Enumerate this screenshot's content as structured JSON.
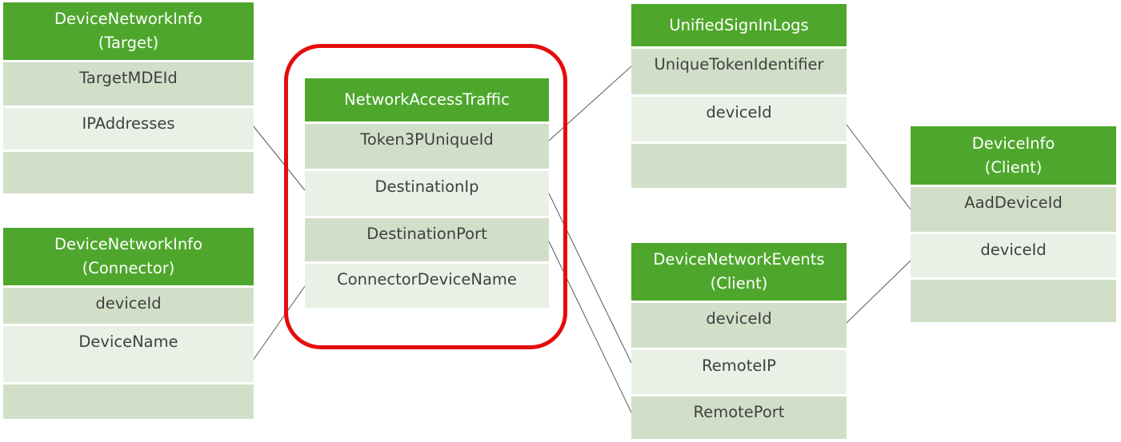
{
  "tables": {
    "dni_target": {
      "title": "DeviceNetworkInfo",
      "subtitle": "(Target)",
      "fields": [
        "TargetMDEId",
        "IPAddresses",
        ""
      ]
    },
    "dni_connector": {
      "title": "DeviceNetworkInfo",
      "subtitle": "(Connector)",
      "fields": [
        "deviceId",
        "DeviceName",
        ""
      ]
    },
    "nat": {
      "title": "NetworkAccessTraffic",
      "fields": [
        "Token3PUniqueId",
        "DestinationIp",
        "DestinationPort",
        "ConnectorDeviceName"
      ]
    },
    "usil": {
      "title": "UnifiedSignInLogs",
      "fields": [
        "UniqueTokenIdentifier",
        "deviceId",
        ""
      ]
    },
    "dne_client": {
      "title": "DeviceNetworkEvents",
      "subtitle": "(Client)",
      "fields": [
        "deviceId",
        "RemoteIP",
        "RemotePort"
      ]
    },
    "di_client": {
      "title": "DeviceInfo",
      "subtitle": "(Client)",
      "fields": [
        "AadDeviceId",
        "deviceId",
        ""
      ]
    }
  },
  "colors": {
    "header": "#4ea72c",
    "row_dark": "#d1dfc9",
    "row_light": "#e9f0e5",
    "highlight": "#e50c0c",
    "connector": "#595959"
  }
}
